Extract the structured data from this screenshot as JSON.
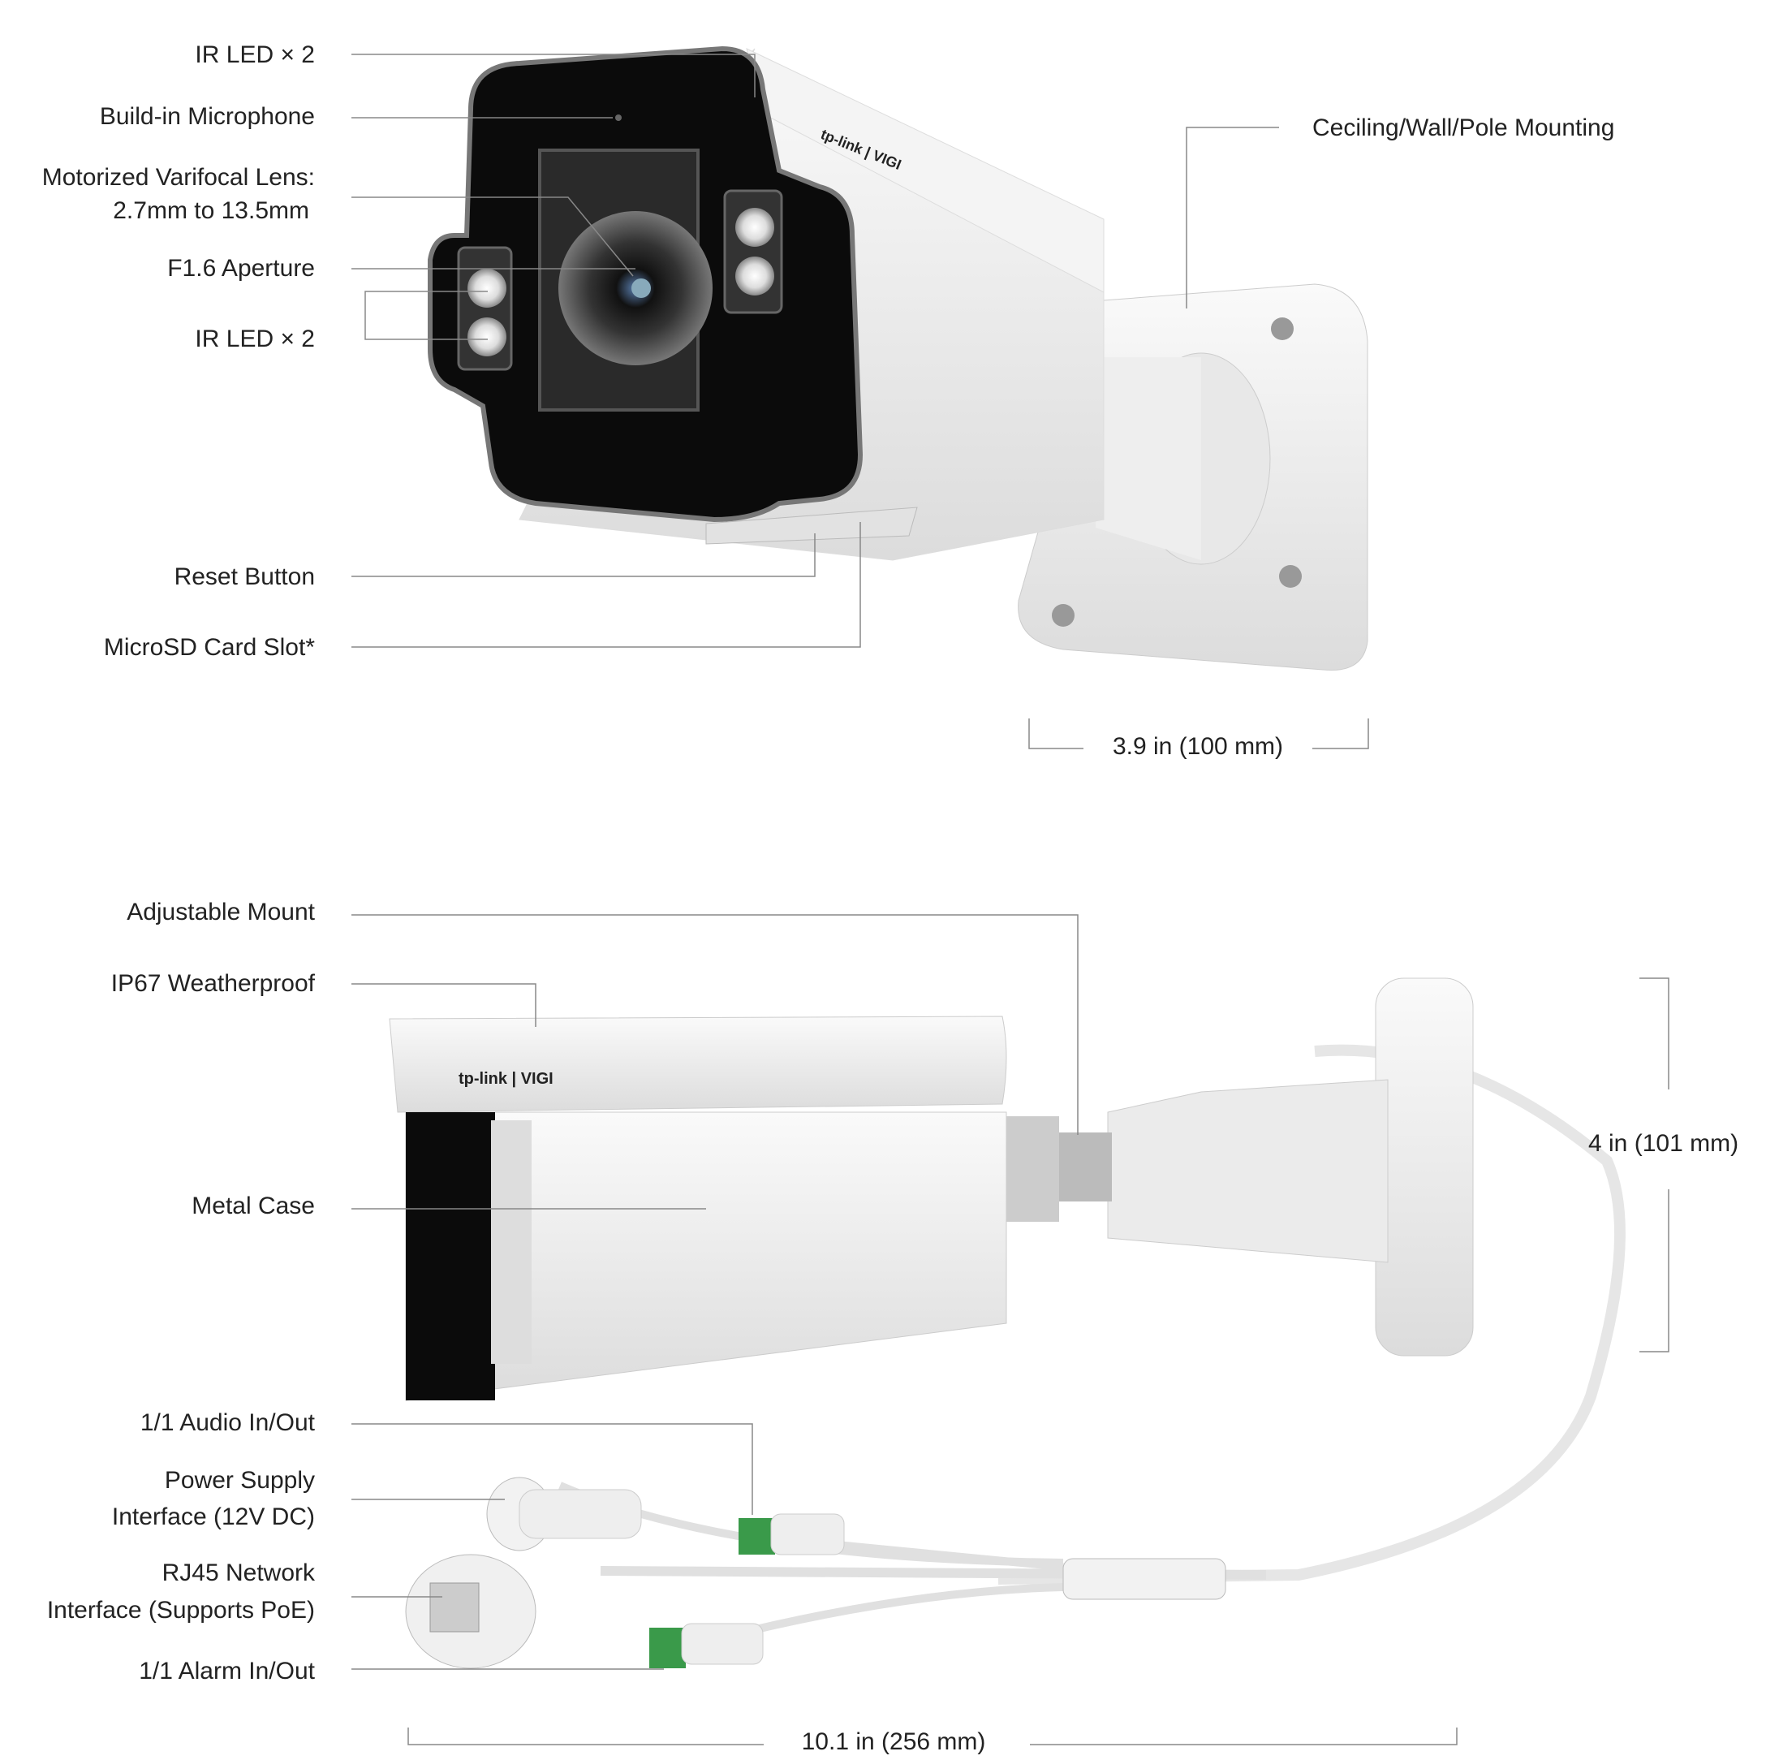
{
  "top_view": {
    "labels": {
      "ir_led_top": "IR LED × 2",
      "microphone": "Build-in Microphone",
      "lens_line1": "Motorized Varifocal Lens:",
      "lens_line2": "2.7mm to 13.5mm",
      "aperture": "F1.6 Aperture",
      "ir_led_bottom": "IR LED × 2",
      "reset": "Reset Button",
      "microsd": "MicroSD Card Slot*",
      "mounting": "Ceciling/Wall/Pole Mounting"
    },
    "dimension": "3.9 in (100 mm)"
  },
  "side_view": {
    "labels": {
      "mount": "Adjustable Mount",
      "weatherproof": "IP67 Weatherproof",
      "case": "Metal Case",
      "audio": "1/1 Audio In/Out",
      "power_line1": "Power Supply",
      "power_line2": "Interface (12V DC)",
      "rj45_line1": "RJ45 Network",
      "rj45_line2": "Interface (Supports PoE)",
      "alarm": "1/1 Alarm In/Out"
    },
    "dimension_height": "4 in (101 mm)",
    "dimension_length": "10.1 in (256 mm)"
  },
  "brand": "tp-link | VIGI"
}
